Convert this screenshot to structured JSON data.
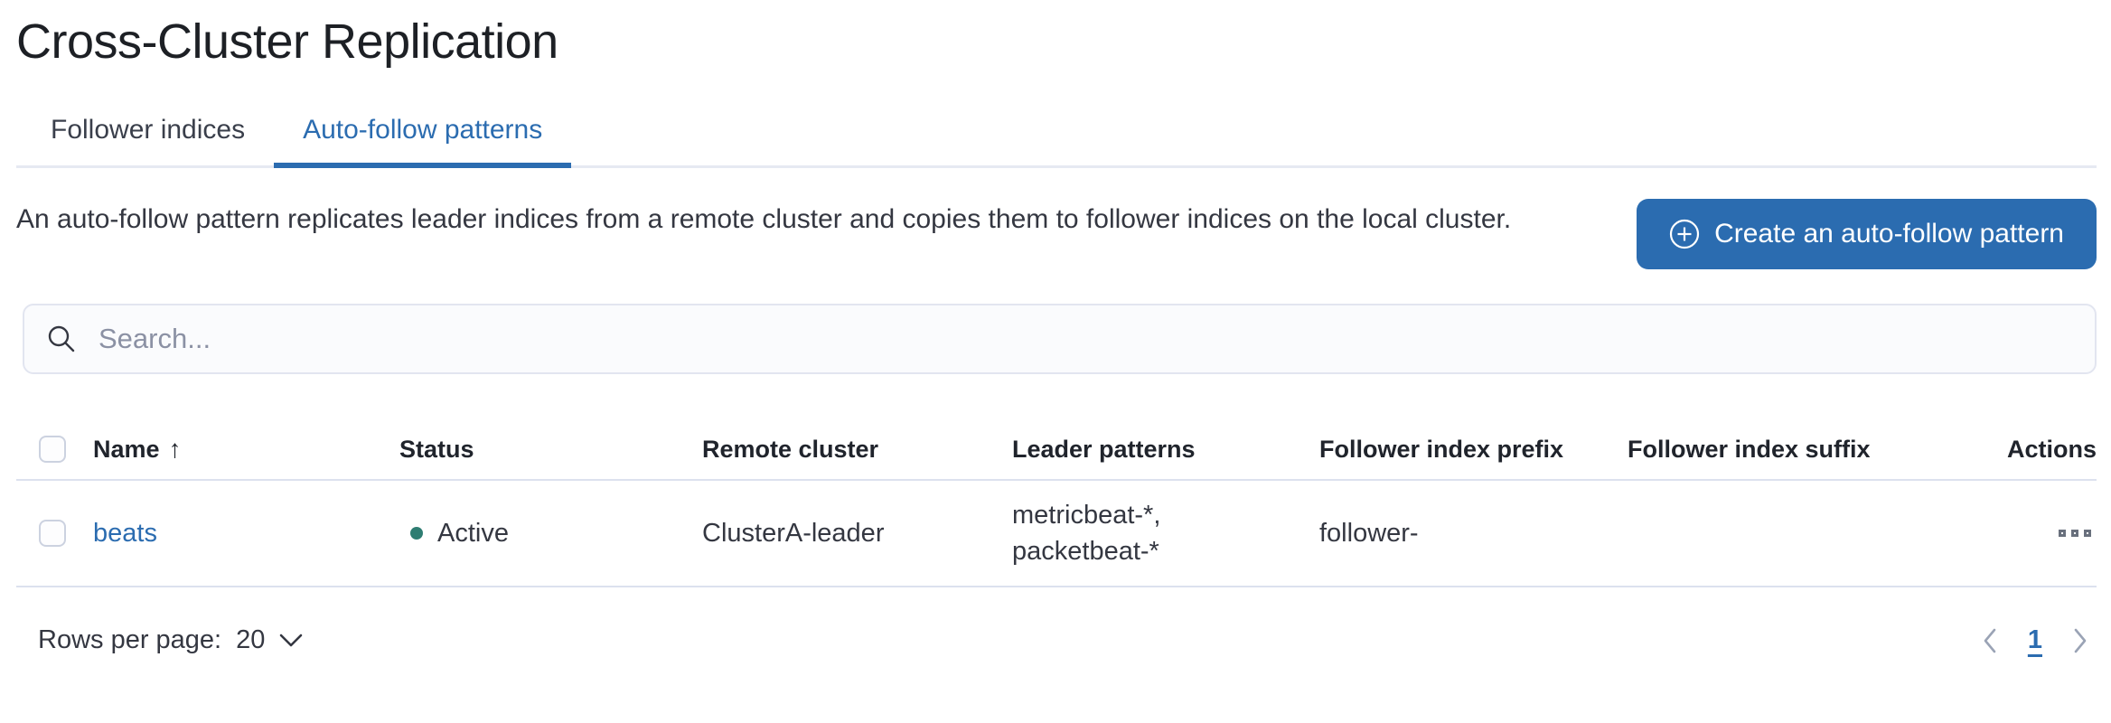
{
  "page": {
    "title": "Cross-Cluster Replication"
  },
  "tabs": [
    {
      "label": "Follower indices",
      "active": false
    },
    {
      "label": "Auto-follow patterns",
      "active": true
    }
  ],
  "description": "An auto-follow pattern replicates leader indices from a remote cluster and copies them to follower indices on the local cluster.",
  "create_button": {
    "label": "Create an auto-follow pattern",
    "icon": "plus-in-circle-icon"
  },
  "search": {
    "placeholder": "Search...",
    "value": "",
    "icon": "search-icon"
  },
  "table": {
    "columns": [
      "Name",
      "Status",
      "Remote cluster",
      "Leader patterns",
      "Follower index prefix",
      "Follower index suffix",
      "Actions"
    ],
    "sort": {
      "column": "Name",
      "direction": "ascending",
      "arrow": "↑"
    },
    "rows": [
      {
        "name": "beats",
        "status": "Active",
        "remote_cluster": "ClusterA-leader",
        "leader_patterns": [
          "metricbeat-*,",
          "packetbeat-*"
        ],
        "follower_index_prefix": "follower-",
        "follower_index_suffix": "",
        "actions_icon": "boxes-horizontal-icon"
      }
    ]
  },
  "footer": {
    "rows_per_page_label": "Rows per page:",
    "rows_per_page_value": "20",
    "current_page": "1"
  },
  "colors": {
    "accent_blue": "#2b6cb0",
    "status_active_green": "#2e7d72",
    "border_gray": "#dce1ee",
    "icon_gray": "#69707d",
    "pagination_chevron_gray": "#9aa3b5"
  }
}
